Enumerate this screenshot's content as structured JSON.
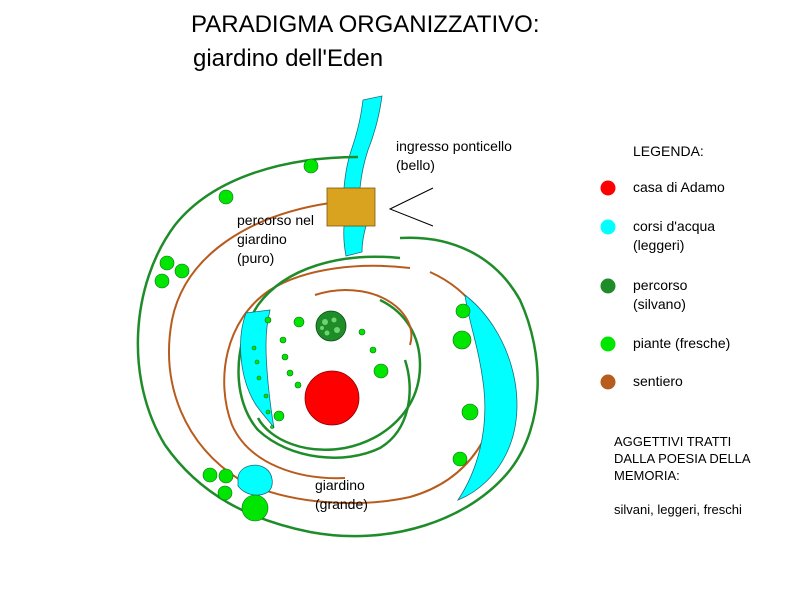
{
  "title": {
    "line1": "PARADIGMA ORGANIZZATIVO:",
    "line2": "giardino dell'Eden"
  },
  "labels": {
    "ingresso_line1": "ingresso ponticello",
    "ingresso_line2": "(bello)",
    "percorso_line1": "percorso nel",
    "percorso_line2": "giardino",
    "percorso_line3": "(puro)",
    "giardino_line1": "giardino",
    "giardino_line2": "(grande)"
  },
  "legend": {
    "heading": "LEGENDA:",
    "items": [
      {
        "line1": "casa di Adamo",
        "line2": "",
        "color": "#ff0000"
      },
      {
        "line1": "corsi d'acqua",
        "line2": "(leggeri)",
        "color": "#00ffff"
      },
      {
        "line1": "percorso",
        "line2": "(silvano)",
        "color": "#1f8c2a"
      },
      {
        "line1": "piante (fresche)",
        "line2": "",
        "color": "#00e600"
      },
      {
        "line1": "sentiero",
        "line2": "",
        "color": "#b85c1e"
      }
    ]
  },
  "adjectives": {
    "line1": "AGGETTIVI TRATTI",
    "line2": "DALLA POESIA DELLA",
    "line3": "MEMORIA:",
    "line4": "silvani, leggeri, freschi"
  },
  "colors": {
    "path_green": "#1f8c2a",
    "trail_brown": "#b85c1e",
    "water": "#00ffff",
    "plant": "#00e600",
    "house": "#ff0000",
    "bridge": "#d9a21f"
  }
}
